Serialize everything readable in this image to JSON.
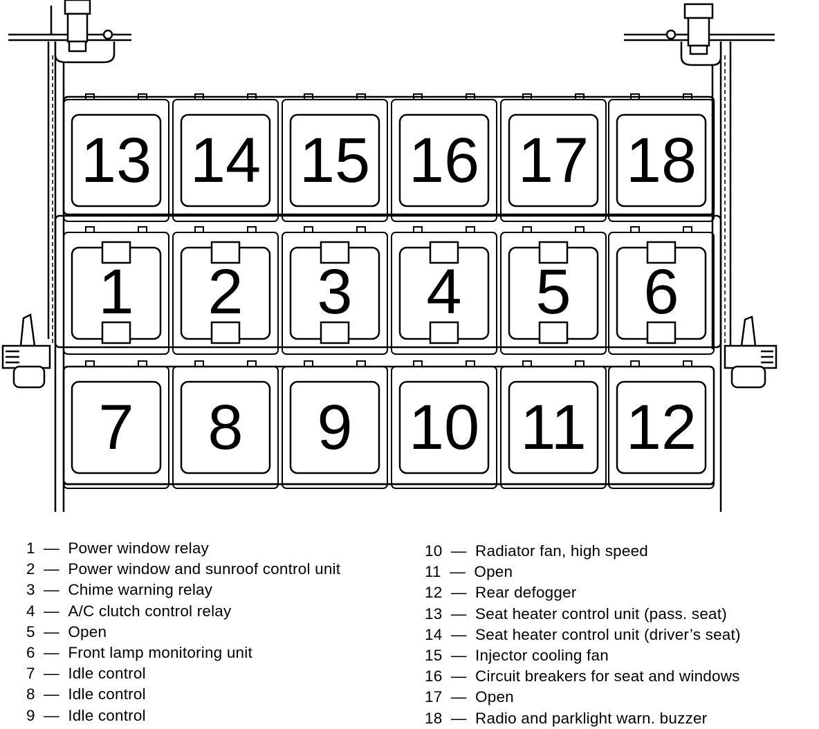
{
  "rows": [
    [
      "13",
      "14",
      "15",
      "16",
      "17",
      "18"
    ],
    [
      "1",
      "2",
      "3",
      "4",
      "5",
      "6"
    ],
    [
      "7",
      "8",
      "9",
      "10",
      "11",
      "12"
    ]
  ],
  "legend_left": [
    {
      "num": "1",
      "text": "Power window relay"
    },
    {
      "num": "2",
      "text": "Power window and sunroof control unit"
    },
    {
      "num": "3",
      "text": "Chime warning relay"
    },
    {
      "num": "4",
      "text": "A/C clutch control relay"
    },
    {
      "num": "5",
      "text": "Open"
    },
    {
      "num": "6",
      "text": "Front lamp monitoring unit"
    },
    {
      "num": "7",
      "text": "Idle control"
    },
    {
      "num": "8",
      "text": "Idle control"
    },
    {
      "num": "9",
      "text": "Idle control"
    }
  ],
  "legend_right": [
    {
      "num": "10",
      "text": "Radiator fan, high speed"
    },
    {
      "num": "11",
      "text": "Open"
    },
    {
      "num": "12",
      "text": "Rear defogger"
    },
    {
      "num": "13",
      "text": "Seat heater control unit (pass. seat)"
    },
    {
      "num": "14",
      "text": "Seat heater control unit (driver’s seat)"
    },
    {
      "num": "15",
      "text": "Injector cooling fan"
    },
    {
      "num": "16",
      "text": "Circuit breakers for seat and windows"
    },
    {
      "num": "17",
      "text": "Open"
    },
    {
      "num": "18",
      "text": "Radio and parklight warn. buzzer"
    }
  ],
  "separator": "—"
}
